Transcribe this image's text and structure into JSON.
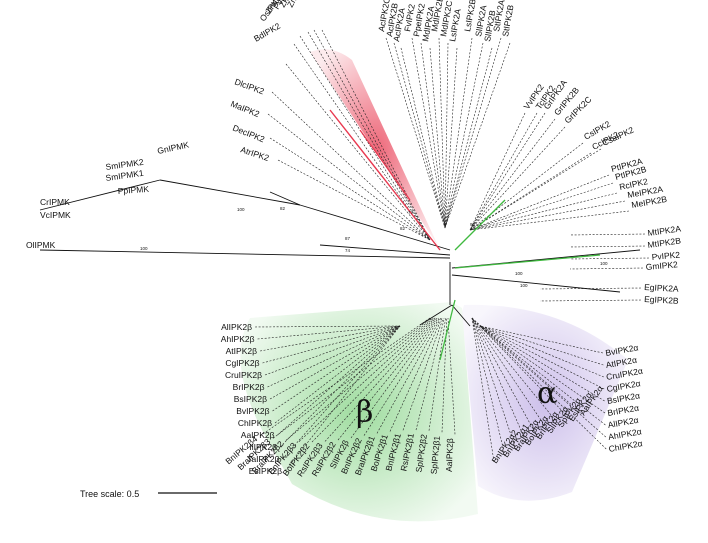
{
  "clade_labels": {
    "beta": "β",
    "alpha": "α"
  },
  "scale": {
    "label": "Tree scale: 0.5"
  },
  "colors": {
    "red_clade": "#e8384f",
    "green_clade": "#3fb93f",
    "purple_clade": "#9a7fd6"
  },
  "bootstrap_values": [
    "100",
    "82",
    "100",
    "87",
    "74",
    "82",
    "77",
    "98",
    "100",
    "100",
    "100"
  ],
  "taxa": {
    "upper_left": [
      "ZmIPK2C",
      "ZmIPK2B",
      "PvgIPK2",
      "ZmIPK2A",
      "OsIPK2",
      "BdIPK2",
      "DlcIPK2",
      "MaIPK2",
      "DecIPK2",
      "AtrIPK2"
    ],
    "upper": [
      "AcIPK2C",
      "AcIPK2B",
      "AcIPK2A",
      "FvIPK2",
      "PpeIPK2",
      "MdIPK2A",
      "MdIPK2B",
      "MdIPK2C",
      "LsIPK2A",
      "LsIPK2B",
      "SlIPK2A",
      "SlIPK2B",
      "StIPK2A",
      "StIPK2B"
    ],
    "upper_right": [
      "VvIPK2",
      "TcIPK2",
      "GrIPK2A",
      "GrIPK2B",
      "GrIPK2C",
      "CsIPK2",
      "CsaIPK2",
      "CcIPK2",
      "PtIPK2A",
      "PtIPK2B",
      "RcIPK2",
      "MeIPK2A",
      "MeIPK2B"
    ],
    "right": [
      "MtIPK2A",
      "MtIPK2B",
      "PvIPK2",
      "GmIPK2",
      "EgIPK2A",
      "EgIPK2B"
    ],
    "left": [
      "GnIPMK",
      "SmIPMK2",
      "SmIPMK1",
      "PpIPMK",
      "CrIPMK",
      "VcIPMK",
      "OlIPMK"
    ],
    "beta_column": [
      "AlIPK2β",
      "AhIPK2β",
      "AtIPK2β",
      "CgIPK2β",
      "CruIPK2β",
      "BrIPK2β",
      "BsIPK2β",
      "BvIPK2β",
      "ChIPK2β",
      "AaIPK2β",
      "IlIPK2β",
      "TaIPK2β",
      "EsIPK2β"
    ],
    "beta_fan": [
      "BnIPK2β4",
      "BraIPK2β3",
      "BraIPK2β2",
      "BnIPK2β3",
      "BoIPK2β2",
      "RsIPK2β3",
      "RsIPK2β2",
      "SlIPK2β",
      "BnIPK2β2",
      "BraIPK2β1",
      "BoIPK2β1",
      "BnIPK2β1",
      "RsIPK2β1",
      "SpIPK2β2",
      "SpIPK2β1",
      "AaIPK2β"
    ],
    "alpha_column": [
      "BvIPK2α",
      "AtIPK2α",
      "CruIPK2α",
      "CgIPK2α",
      "BsIPK2α",
      "BrIPK2α",
      "AlIPK2α",
      "AhIPK2α",
      "ChIPK2α"
    ],
    "alpha_fan": [
      "AaIPK2α",
      "EsIPK2α",
      "SpIPK2α",
      "SlIPK2α",
      "BrIPK2α",
      "BoIPK2α",
      "BraIPK2α",
      "BnIPK2α1",
      "BnIPK2α2"
    ]
  }
}
